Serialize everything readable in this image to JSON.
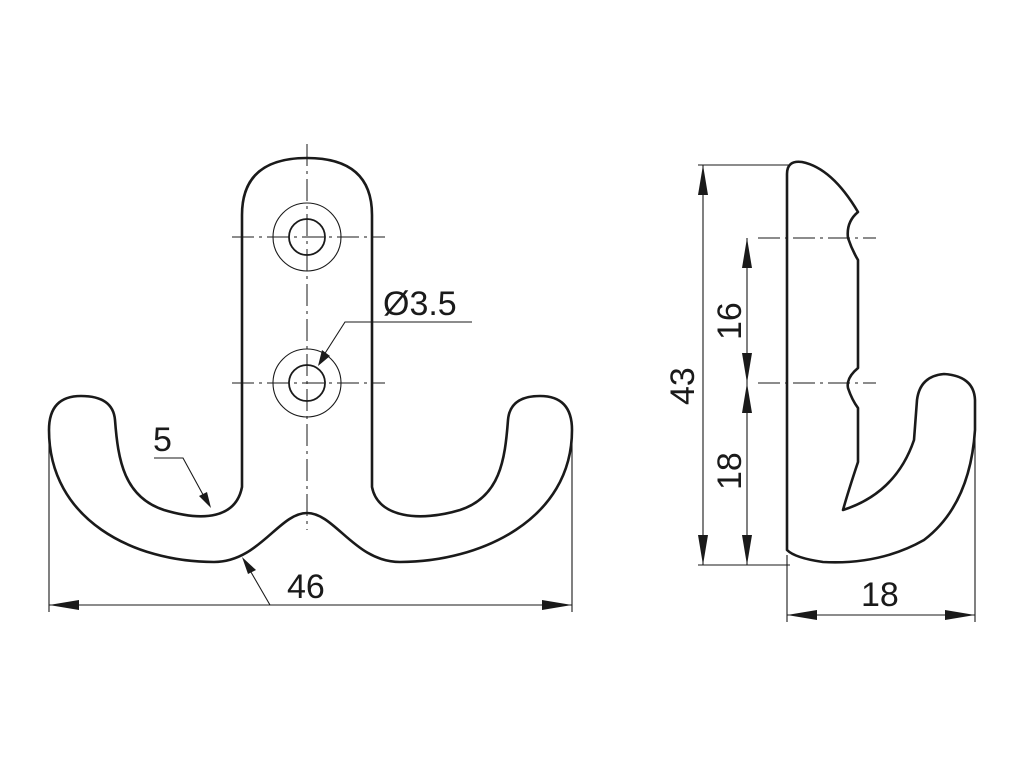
{
  "dimensions": {
    "diameter": "Ø3.5",
    "radius": "5",
    "overall_width": "46",
    "overall_height": "43",
    "hole_spacing": "16",
    "lower_height": "18",
    "projection_depth": "18"
  }
}
